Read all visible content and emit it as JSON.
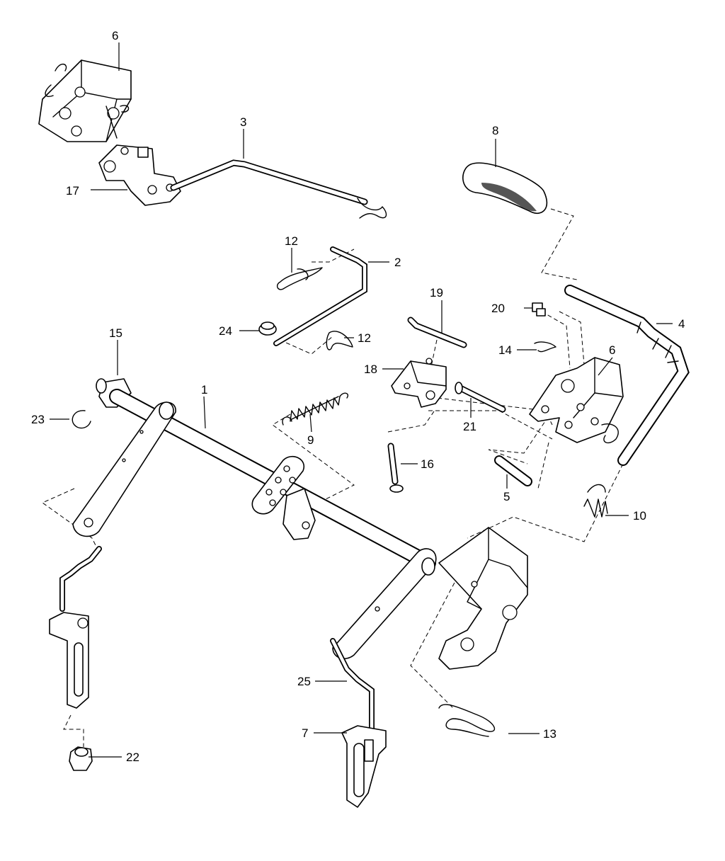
{
  "callouts": [
    {
      "id": "c6a",
      "text": "6"
    },
    {
      "id": "c3",
      "text": "3"
    },
    {
      "id": "c8",
      "text": "8"
    },
    {
      "id": "c17",
      "text": "17"
    },
    {
      "id": "c12a",
      "text": "12"
    },
    {
      "id": "c2",
      "text": "2"
    },
    {
      "id": "c19",
      "text": "19"
    },
    {
      "id": "c20",
      "text": "20"
    },
    {
      "id": "c4",
      "text": "4"
    },
    {
      "id": "c24",
      "text": "24"
    },
    {
      "id": "c12b",
      "text": "12"
    },
    {
      "id": "c15",
      "text": "15"
    },
    {
      "id": "c14",
      "text": "14"
    },
    {
      "id": "c6b",
      "text": "6"
    },
    {
      "id": "c18",
      "text": "18"
    },
    {
      "id": "c1",
      "text": "1"
    },
    {
      "id": "c23",
      "text": "23"
    },
    {
      "id": "c9",
      "text": "9"
    },
    {
      "id": "c21",
      "text": "21"
    },
    {
      "id": "c16",
      "text": "16"
    },
    {
      "id": "c5",
      "text": "5"
    },
    {
      "id": "c10",
      "text": "10"
    },
    {
      "id": "c25",
      "text": "25"
    },
    {
      "id": "c7",
      "text": "7"
    },
    {
      "id": "c13",
      "text": "13"
    },
    {
      "id": "c22",
      "text": "22"
    }
  ]
}
